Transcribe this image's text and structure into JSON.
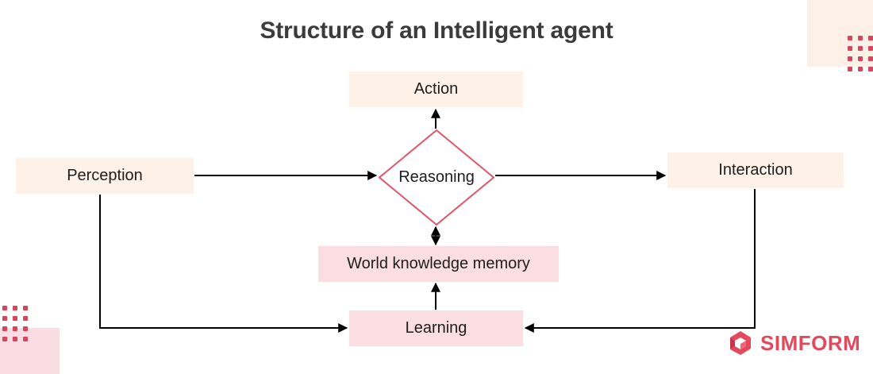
{
  "page": {
    "title": "Structure of an Intelligent agent"
  },
  "diagram": {
    "nodes": [
      {
        "id": "action",
        "label": "Action",
        "shape": "rect",
        "fill": "#FDF1E8"
      },
      {
        "id": "perception",
        "label": "Perception",
        "shape": "rect",
        "fill": "#FDF1E8"
      },
      {
        "id": "reasoning",
        "label": "Reasoning",
        "shape": "diamond",
        "fill": "#FFFFFF",
        "stroke": "#E0556B"
      },
      {
        "id": "interaction",
        "label": "Interaction",
        "shape": "rect",
        "fill": "#FDF1E8"
      },
      {
        "id": "memory",
        "label": "World knowledge memory",
        "shape": "rect",
        "fill": "#FADEE2"
      },
      {
        "id": "learning",
        "label": "Learning",
        "shape": "rect",
        "fill": "#FADEE2"
      }
    ],
    "edges": [
      {
        "from": "perception",
        "to": "reasoning",
        "direction": "forward"
      },
      {
        "from": "reasoning",
        "to": "action",
        "direction": "forward"
      },
      {
        "from": "reasoning",
        "to": "interaction",
        "direction": "forward"
      },
      {
        "from": "reasoning",
        "to": "memory",
        "direction": "both"
      },
      {
        "from": "learning",
        "to": "memory",
        "direction": "forward"
      },
      {
        "from": "perception",
        "to": "learning",
        "direction": "forward"
      },
      {
        "from": "interaction",
        "to": "learning",
        "direction": "forward"
      }
    ]
  },
  "brand": {
    "name": "SIMFORM",
    "mark": "simform-logo-mark",
    "color": "#E3495B"
  },
  "decor": {
    "top_right_block": "#FDF0E7",
    "bottom_left_block": "#FADDE2",
    "dot_color": "#D7455C",
    "dot_rows": 4,
    "dot_cols": 3
  }
}
